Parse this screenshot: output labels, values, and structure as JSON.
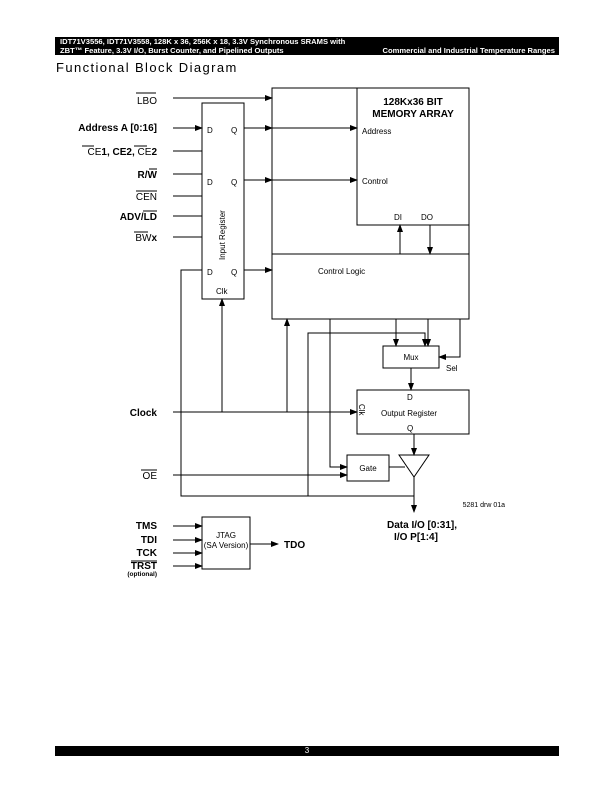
{
  "header": {
    "line1": "IDT71V3556, IDT71V3558, 128K x 36, 256K x 18, 3.3V Synchronous SRAMS with",
    "line2": "ZBT™ Feature, 3.3V I/O, Burst Counter, and Pipelined Outputs",
    "right": "Commercial and Industrial Temperature Ranges"
  },
  "title": "Functional Block Diagram",
  "diagram": {
    "signals_left": {
      "lbo": "LBO",
      "address": "Address A [0:16]",
      "ce1": "CE",
      "ce1_suffix": "1, CE2, ",
      "ce2_bar": "CE",
      "ce2_suffix": "2",
      "rw_r": "R/",
      "rw_w": "W",
      "cen": "CEN",
      "adv": "ADV/",
      "ld": "LD",
      "bw": "BW",
      "bw_x": "x",
      "clock": "Clock",
      "oe": "OE"
    },
    "input_register": {
      "label": "Input Register",
      "d": "D",
      "q": "Q",
      "clk": "Clk"
    },
    "memory_array": {
      "title_line1": "128Kx36 BIT",
      "title_line2": "MEMORY ARRAY",
      "address": "Address",
      "control": "Control",
      "di": "DI",
      "do": "DO"
    },
    "control_logic": "Control Logic",
    "mux": "Mux",
    "sel": "Sel",
    "output_register": {
      "label": "Output Register",
      "d": "D",
      "q": "Q",
      "clk": "Clk"
    },
    "gate": "Gate",
    "drawing_id": "5281 drw 01a",
    "data_io_line1": "Data I/O [0:31],",
    "data_io_line2": "I/O P[1:4]",
    "jtag": {
      "label": "JTAG",
      "version": "(SA Version)",
      "tms": "TMS",
      "tdi": "TDI",
      "tck": "TCK",
      "trst": "TRST",
      "optional": "(optional)",
      "tdo": "TDO"
    }
  },
  "footer": {
    "page": "3"
  }
}
